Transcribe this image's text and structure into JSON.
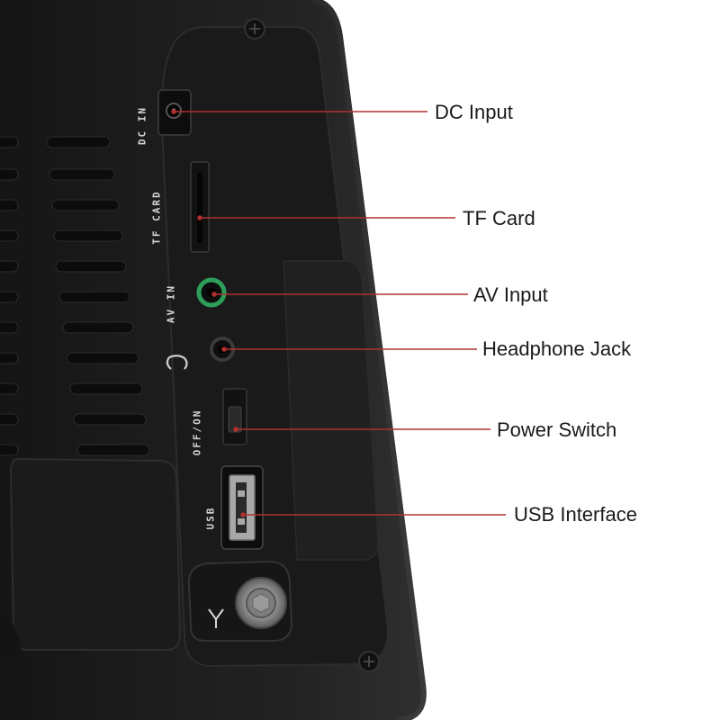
{
  "colors": {
    "device_body": "#1d1d1d",
    "device_edge": "#2a2a2a",
    "leader_line": "#b03030",
    "av_port_ring": "#2e9e5b",
    "background": "#ffffff"
  },
  "device": {
    "port_labels": {
      "dc_in": "DC IN",
      "tf_card": "TF CARD",
      "av_in": "AV IN",
      "off_on": "OFF/ON",
      "usb": "USB"
    }
  },
  "callouts": {
    "dc_input": "DC Input",
    "tf_card": "TF Card",
    "av_input": "AV Input",
    "headphone_jack": "Headphone Jack",
    "power_switch": "Power Switch",
    "usb_interface": "USB Interface"
  }
}
